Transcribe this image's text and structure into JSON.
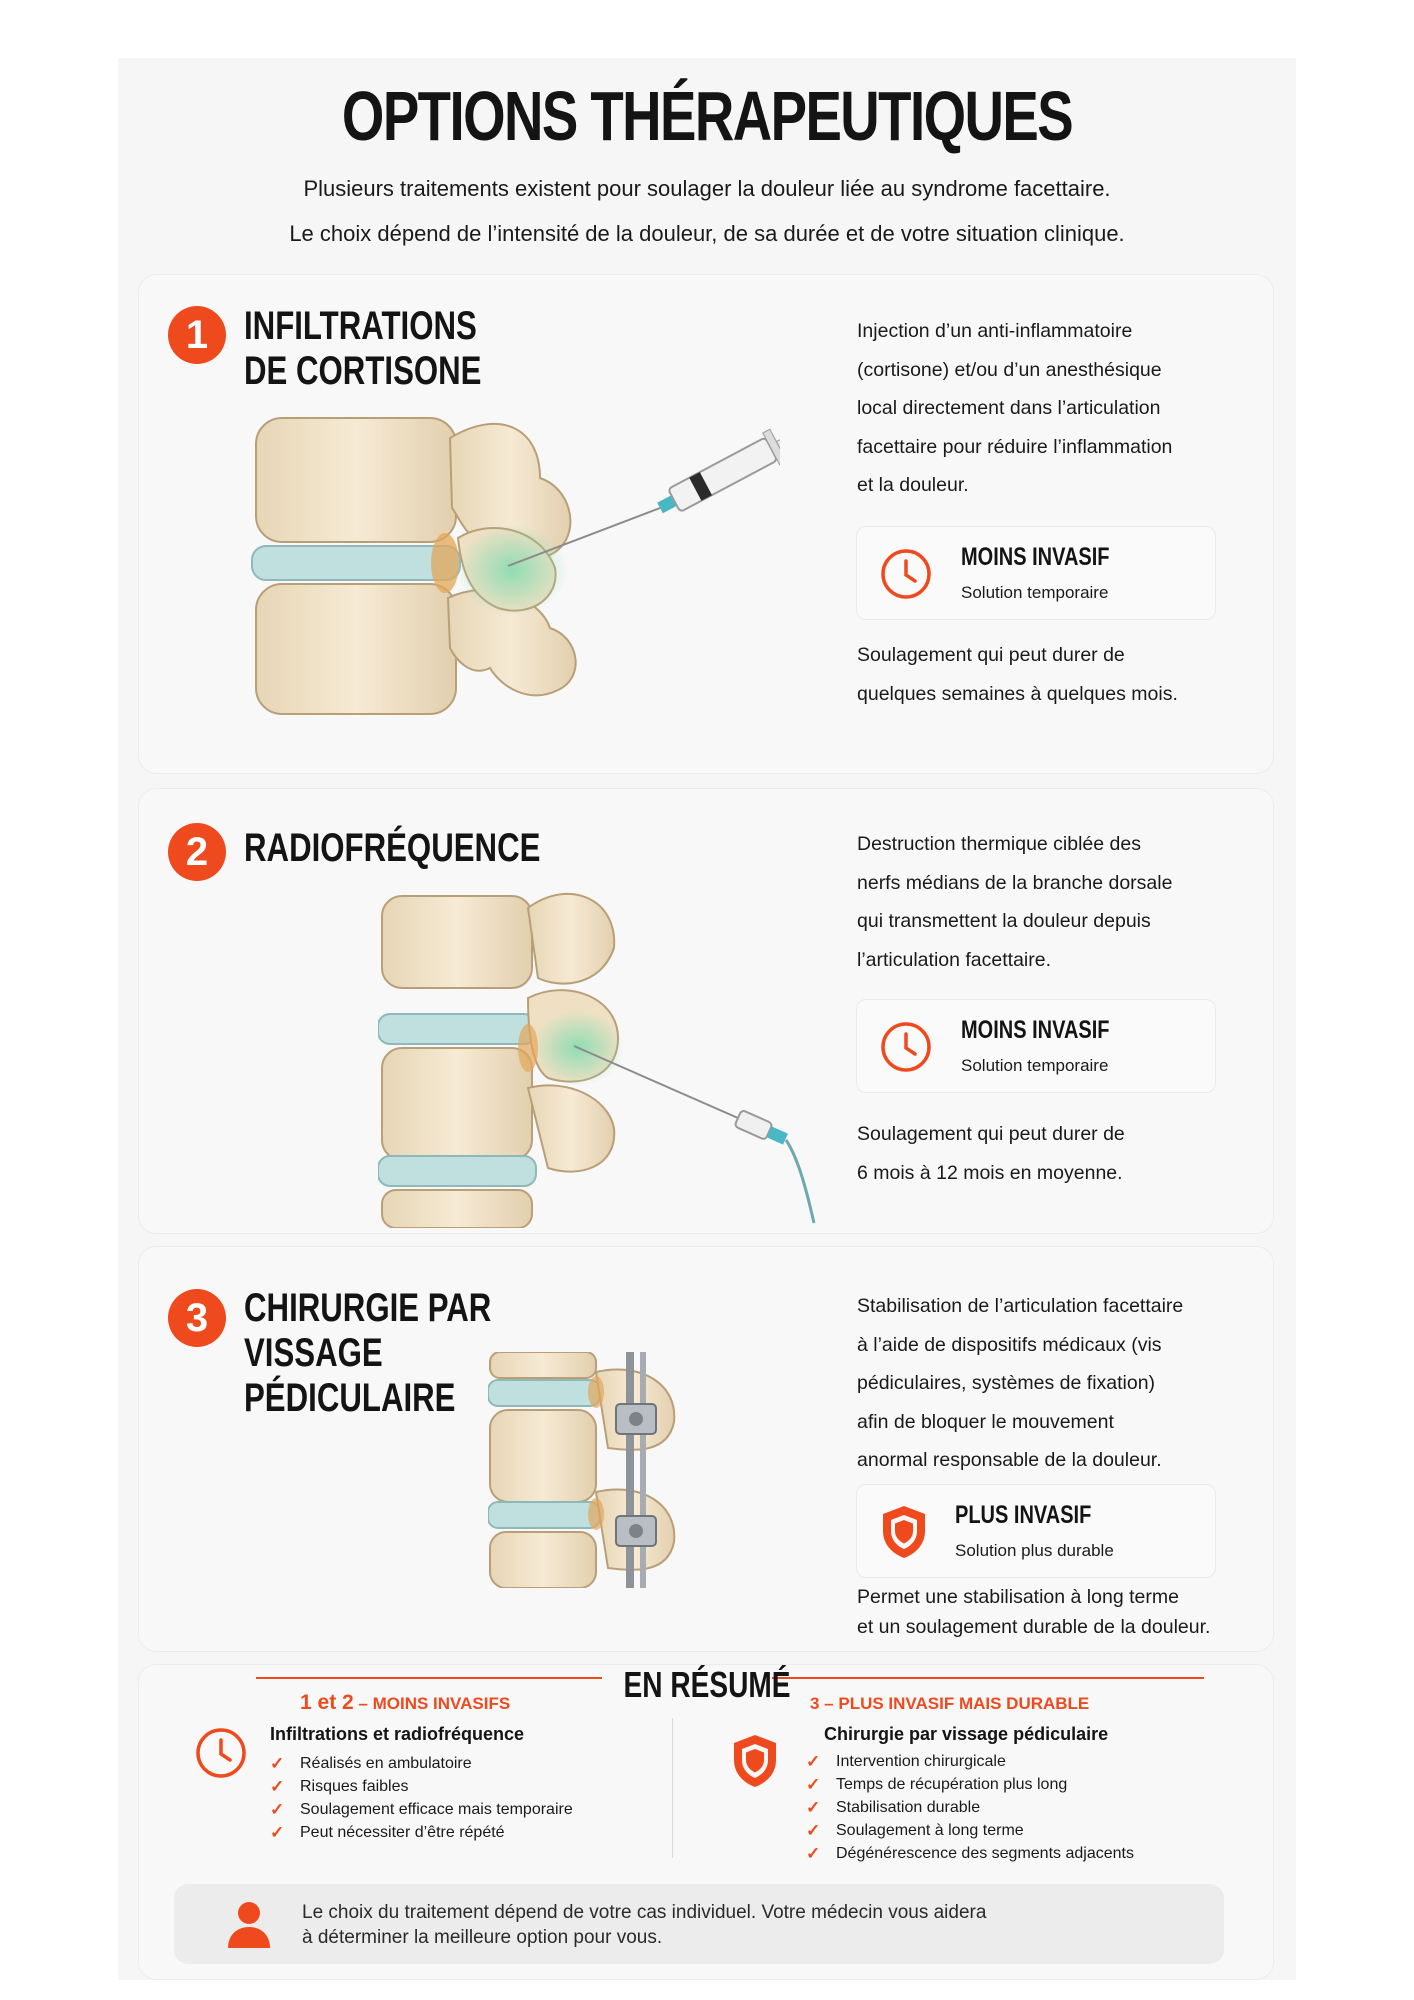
{
  "title": "OPTIONS THÉRAPEUTIQUES",
  "intro": [
    "Plusieurs traitements existent pour soulager la douleur liée au syndrome facettaire.",
    "Le choix dépend de l’intensité de la douleur, de sa durée et de votre situation clinique."
  ],
  "accent_color": "#ef4a1e",
  "options": [
    {
      "number": "1",
      "heading": [
        "INFILTRATIONS",
        "DE CORTISONE"
      ],
      "description": [
        "Injection d’un anti-inflammatoire",
        "(cortisone) et/ou d’un anesthésique",
        "local directement dans l’articulation",
        "facettaire pour réduire l’inflammation",
        "et la douleur."
      ],
      "badge_icon": "clock-icon",
      "badge_title": "MOINS INVASIF",
      "badge_subtitle": "Solution temporaire",
      "result": [
        "Soulagement qui peut durer de",
        "quelques semaines à quelques mois."
      ]
    },
    {
      "number": "2",
      "heading": [
        "RADIOFRÉQUENCE"
      ],
      "description": [
        "Destruction thermique ciblée des",
        "nerfs médians de la branche dorsale",
        "qui transmettent la douleur depuis",
        "l’articulation facettaire."
      ],
      "badge_icon": "clock-icon",
      "badge_title": "MOINS INVASIF",
      "badge_subtitle": "Solution temporaire",
      "result": [
        "Soulagement qui peut durer de",
        "6 mois à 12 mois en moyenne."
      ]
    },
    {
      "number": "3",
      "heading": [
        "CHIRURGIE PAR",
        "VISSAGE",
        "PÉDICULAIRE"
      ],
      "description": [
        "Stabilisation de l’articulation facettaire",
        "à l’aide de dispositifs médicaux (vis",
        "pédiculaires, systèmes de fixation)",
        "afin de bloquer le mouvement",
        "anormal responsable de la douleur."
      ],
      "badge_icon": "shield-icon",
      "badge_title": "PLUS INVASIF",
      "badge_subtitle": "Solution plus durable",
      "result": [
        "Permet une stabilisation à long terme",
        "et un soulagement durable de la douleur."
      ]
    }
  ],
  "summary": {
    "title": "EN RÉSUMÉ",
    "left": {
      "head_number": "1 et 2",
      "head_text": " – MOINS INVASIFS",
      "subtitle": "Infiltrations et radiofréquence",
      "items": [
        "Réalisés en ambulatoire",
        "Risques faibles",
        "Soulagement efficace mais temporaire",
        "Peut nécessiter d’être répété"
      ]
    },
    "right": {
      "head_text": "3 – PLUS INVASIF MAIS DURABLE",
      "subtitle": "Chirurgie par vissage pédiculaire",
      "items": [
        "Intervention chirurgicale",
        "Temps de récupération plus long",
        "Stabilisation durable",
        "Soulagement à long terme",
        "Dégénérescence des segments adjacents"
      ]
    },
    "check_mark": "✓"
  },
  "note": [
    "Le choix du traitement dépend de votre cas individuel. Votre médecin vous aidera",
    "à déterminer la meilleure option pour vous."
  ]
}
